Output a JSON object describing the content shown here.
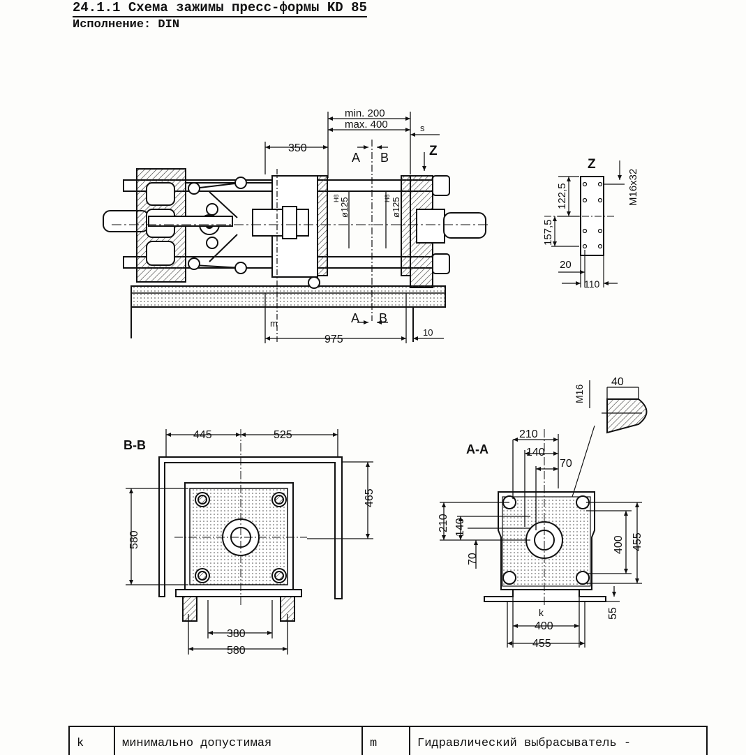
{
  "header": {
    "title": "24.1.1 Схема зажимы пресс-формы KD 85",
    "subtitle": "Исполнение: DIN"
  },
  "side_view": {
    "min_label": "min. 200",
    "max_label": "max. 400",
    "s_label": "s",
    "z_arrow_label": "Z",
    "dim_350": "350",
    "a_top": "A",
    "b_top": "B",
    "a_bottom": "A",
    "b_bottom": "B",
    "h8_left": "H8",
    "h8_right": "H8",
    "dia_left": "ø125",
    "dia_right": "ø125",
    "m_label": "m",
    "dim_975": "975",
    "dim_10": "10"
  },
  "view_z": {
    "title": "Z",
    "dim_122_5": "122,5",
    "dim_157_5": "157,5",
    "dim_20": "20",
    "dim_110": "110",
    "thread": "M16x32"
  },
  "section_bb": {
    "title": "B-B",
    "dim_445": "445",
    "dim_525": "525",
    "dim_465": "465",
    "dim_580_v": "580",
    "dim_380": "380",
    "dim_580_h": "580"
  },
  "section_aa": {
    "title": "A-A",
    "dim_210_top": "210",
    "dim_140_top": "140",
    "dim_70_top": "70",
    "dim_210_v": "210",
    "dim_140_v": "140",
    "dim_70_v": "70",
    "dim_400_v": "400",
    "dim_455_v": "455",
    "dim_55": "55",
    "k_label": "k",
    "dim_400_h": "400",
    "dim_455_h": "455",
    "detail_m16": "M16",
    "detail_40": "40"
  },
  "legend": {
    "k_key": "k",
    "k_text": "минимально допустимая",
    "m_key": "m",
    "m_text": "Гидравлический выбрасыватель -"
  }
}
